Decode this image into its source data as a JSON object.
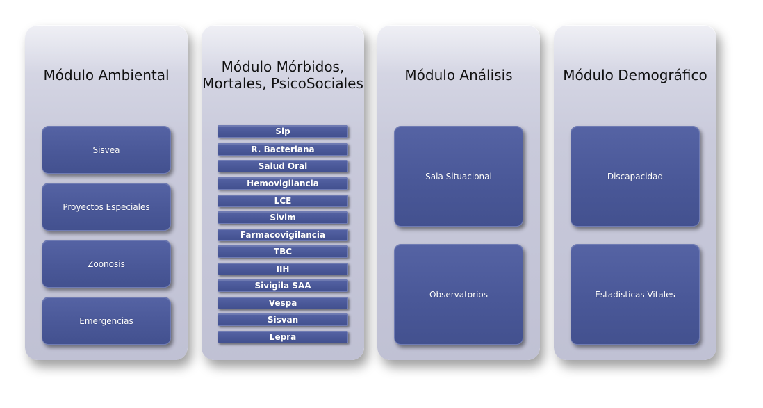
{
  "modules": {
    "ambiental": {
      "title": "Módulo Ambiental",
      "items": [
        "Sisvea",
        "Proyectos Especiales",
        "Zoonosis",
        "Emergencias"
      ]
    },
    "morbidos": {
      "title_line1": "Módulo Mórbidos,",
      "title_line2": "Mortales, PsicoSociales",
      "items": [
        "Sip",
        "R. Bacteriana",
        "Salud Oral",
        "Hemovigilancia",
        "LCE",
        "Sivim",
        "Farmacovigilancia",
        "TBC",
        "IIH",
        "Sivigila SAA",
        "Vespa",
        "Sisvan",
        "Lepra"
      ]
    },
    "analisis": {
      "title": "Módulo Análisis",
      "items": [
        "Sala Situacional",
        "Observatorios"
      ]
    },
    "demografico": {
      "title": "Módulo Demográfico",
      "items": [
        "Discapacidad",
        "Estadisticas Vitales"
      ]
    }
  }
}
